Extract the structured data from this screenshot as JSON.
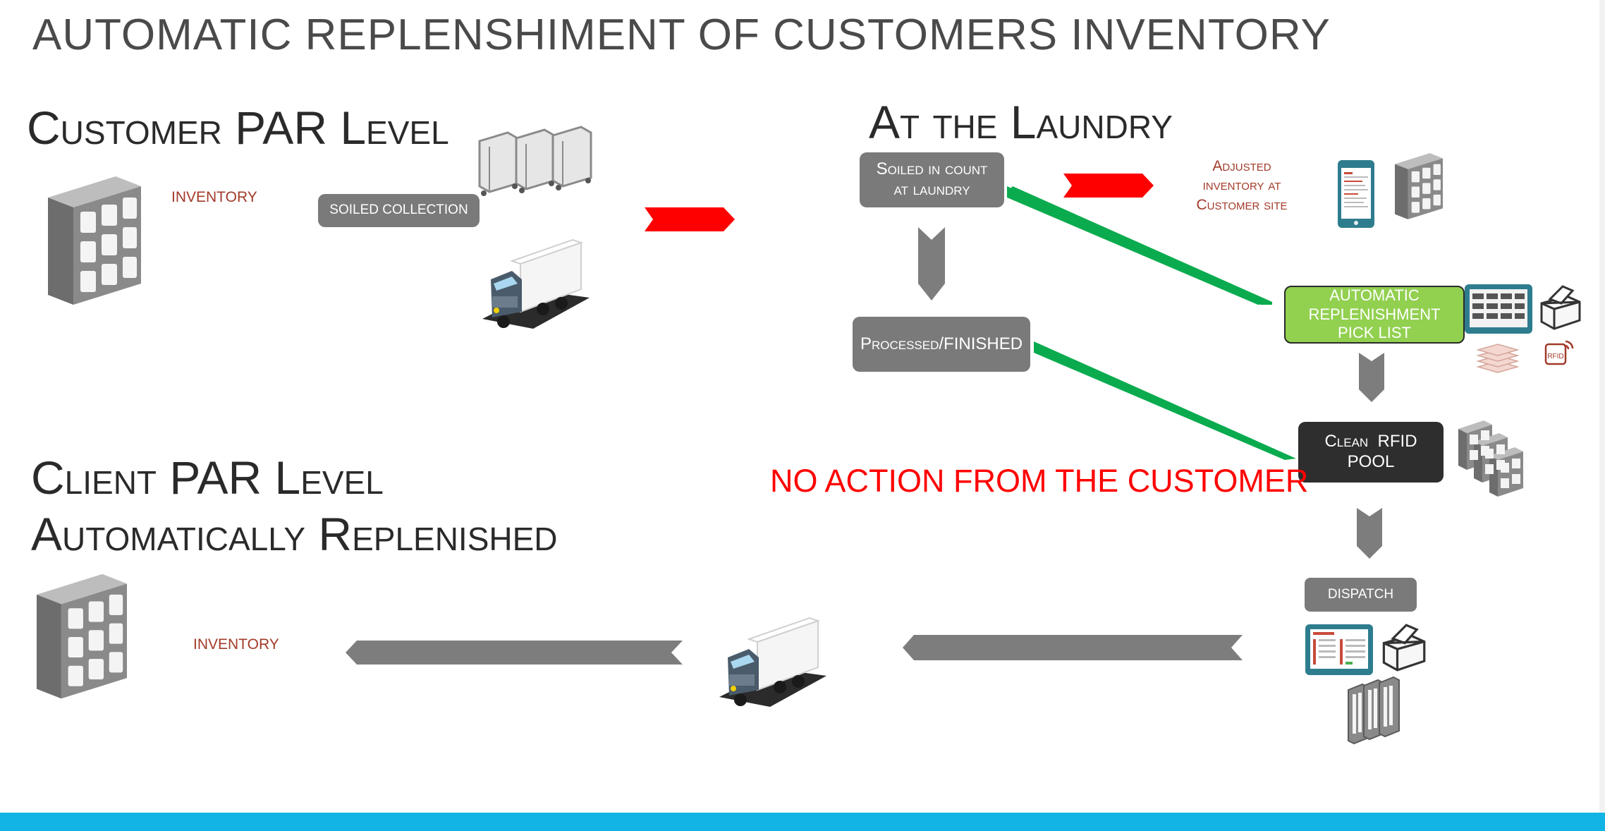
{
  "title": "AUTOMATIC REPLENSHIMENT OF CUSTOMERS INVENTORY",
  "sections": {
    "customer_par": "Customer PAR Level",
    "at_laundry": "At the Laundry",
    "client_par_line1": "Client PAR Level",
    "client_par_line2": "Automatically Replenished"
  },
  "labels": {
    "inventory_top": "INVENTORY",
    "inventory_bottom": "INVENTORY",
    "adjusted_line1": "Adjusted",
    "adjusted_line2": "inventory at",
    "adjusted_line3": "Customer site",
    "no_action": "NO ACTION FROM THE CUSTOMER",
    "rfid_tag": "RFID"
  },
  "boxes": {
    "soiled_collection": "SOILED COLLECTION",
    "soiled_count_line1": "Soiled in count",
    "soiled_count_line2": "at laundry",
    "processed": "Processed/FINISHED",
    "pick_list_line1": "AUTOMATIC",
    "pick_list_line2": "REPLENISHMENT",
    "pick_list_line3": "PICK LIST",
    "clean_pool_line1": "Clean  RFID",
    "clean_pool_line2": "POOL",
    "dispatch": "DISPATCH"
  },
  "icons": [
    "shelf-inventory-icon",
    "laundry-cart-icon",
    "delivery-truck-icon",
    "tablet-icon",
    "printer-icon",
    "rfid-tag-icon",
    "linen-stack-icon",
    "tablet-dashboard-icon"
  ],
  "colors": {
    "accent_green": "#92d050",
    "arrow_green": "#0aab4e",
    "arrow_red": "#ff0000",
    "box_gray": "#7a7a7a",
    "box_dark": "#2e2e2e",
    "footer_blue": "#11b4e4",
    "no_action_red": "#ff0000"
  }
}
